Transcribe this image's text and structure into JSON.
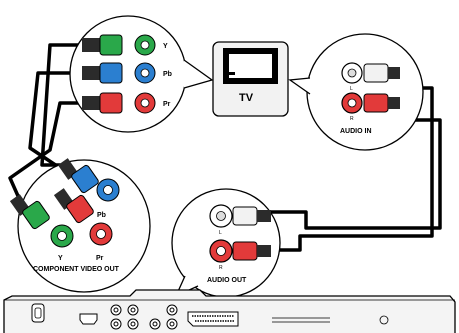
{
  "diagram": {
    "tv_label": "TV",
    "component_in": {
      "jacks": [
        "Y",
        "Pb",
        "Pr"
      ]
    },
    "audio_in": {
      "title": "AUDIO IN",
      "jack_left": "L",
      "jack_right": "R"
    },
    "component_out": {
      "title": "COMPONENT VIDEO OUT",
      "jacks": [
        "Y",
        "Pb",
        "Pr"
      ]
    },
    "audio_out": {
      "title": "AUDIO OUT",
      "jack_left": "L",
      "jack_right": "R"
    },
    "colors": {
      "green": "#2aa84a",
      "blue": "#2b7fd0",
      "red": "#e23a3a",
      "white": "#f2f2f2",
      "line": "#000000"
    }
  }
}
